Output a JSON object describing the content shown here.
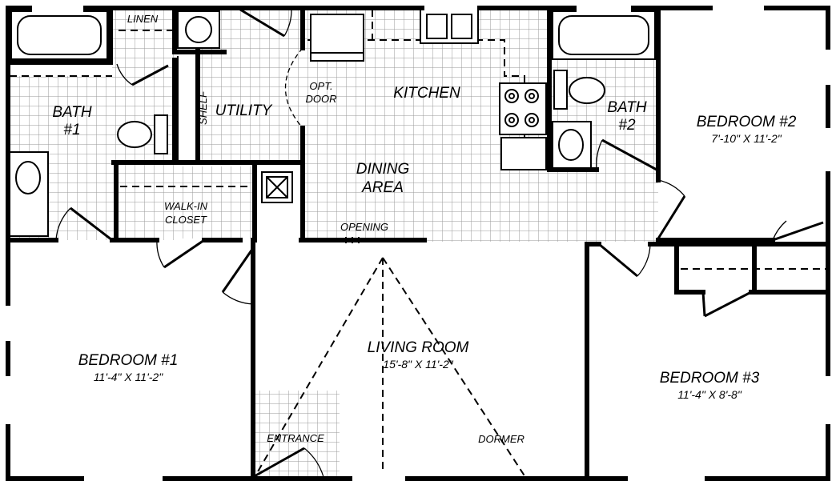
{
  "rooms": {
    "bath1": {
      "line1": "BATH",
      "line2": "#1"
    },
    "linen": "LINEN",
    "shelf": "SHELF",
    "utility": "UTILITY",
    "opt_door": {
      "line1": "OPT.",
      "line2": "DOOR"
    },
    "kitchen": "KITCHEN",
    "bath2": {
      "line1": "BATH",
      "line2": "#2"
    },
    "bedroom2": {
      "name": "BEDROOM #2",
      "dims": "7'-10\" X 11'-2\""
    },
    "dining": {
      "line1": "DINING",
      "line2": "AREA"
    },
    "walkin": {
      "line1": "WALK-IN",
      "line2": "CLOSET"
    },
    "opening": "OPENING",
    "bedroom1": {
      "name": "BEDROOM #1",
      "dims": "11'-4\" X 11'-2\""
    },
    "living": {
      "name": "LIVING ROOM",
      "dims": "15'-8\" X 11'-2\""
    },
    "bedroom3": {
      "name": "BEDROOM #3",
      "dims": "11'-4\" X 8'-8\""
    },
    "entrance": "ENTRANCE",
    "dormer": "DORMER"
  }
}
